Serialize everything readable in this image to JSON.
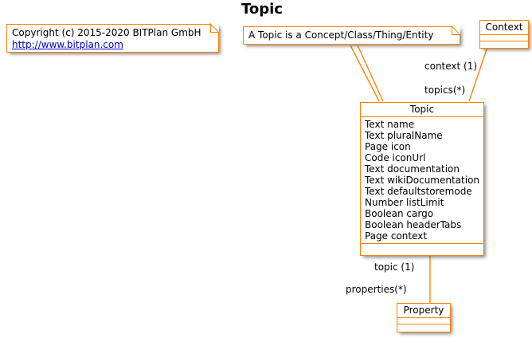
{
  "diagram": {
    "title": "Topic",
    "accent_color": "#FF8000",
    "link_color": "#0000CC",
    "background": "#FFFFFF"
  },
  "notes": {
    "copyright": {
      "line1": "Copyright (c) 2015-2020 BITPlan GmbH",
      "link": "http://www.bitplan.com"
    },
    "topic_description": {
      "text": "A Topic is a Concept/Class/Thing/Entity"
    }
  },
  "classes": {
    "topic": {
      "name": "Topic",
      "attributes": [
        "Text name",
        "Text pluralName",
        "Page icon",
        "Code iconUrl",
        "Text documentation",
        "Text wikiDocumentation",
        "Text defaultstoremode",
        "Number listLimit",
        "Boolean cargo",
        "Boolean headerTabs",
        "Page context"
      ]
    },
    "context": {
      "name": "Context",
      "attributes": []
    },
    "property": {
      "name": "Property",
      "attributes": []
    }
  },
  "associations": {
    "context_to_topic": {
      "source_role": "context (1)",
      "target_role": "topics(*)"
    },
    "topic_to_property": {
      "source_role": "topic (1)",
      "target_role": "properties(*)"
    }
  }
}
